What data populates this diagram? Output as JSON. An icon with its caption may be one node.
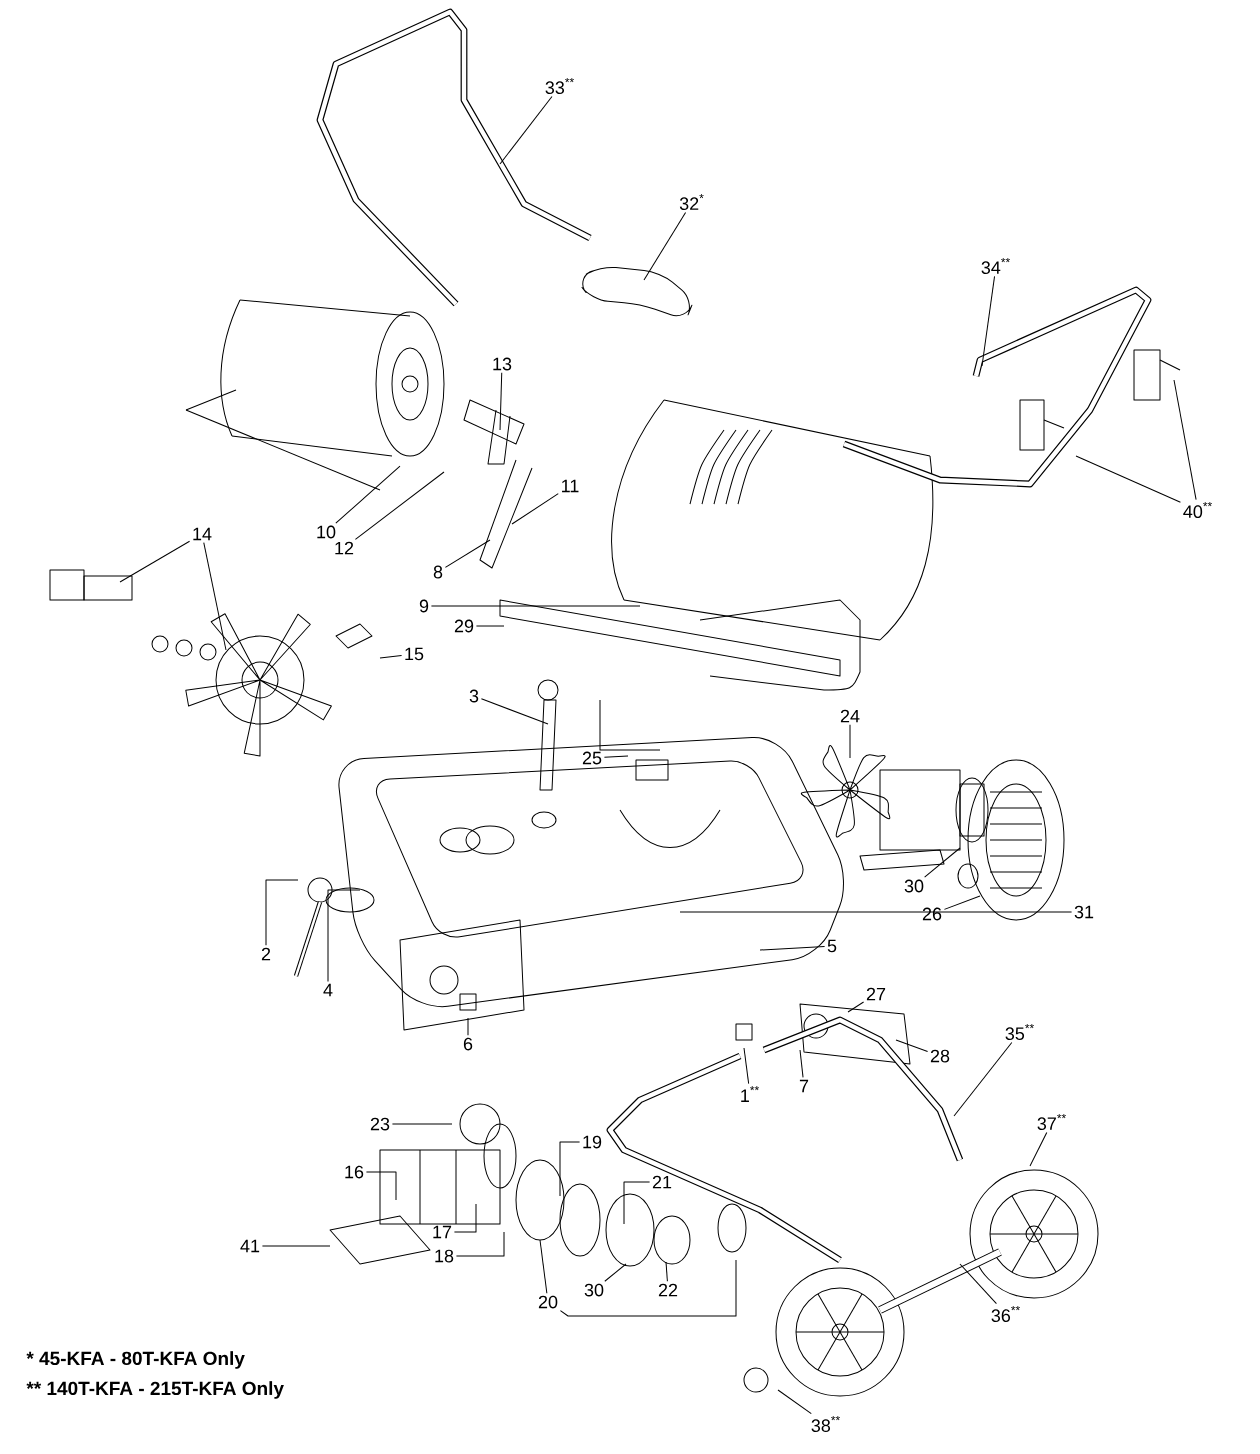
{
  "diagram": {
    "nodes": [
      {
        "text": [
          "33$^{**}$"
        ]
      },
      {
        "text": [
          "32$^{*}$"
        ]
      },
      {
        "text": [
          "34$^{**}$"
        ]
      },
      {
        "text": [
          "13"
        ]
      },
      {
        "text": [
          "10"
        ]
      },
      {
        "text": [
          "12"
        ]
      },
      {
        "text": [
          "11"
        ]
      },
      {
        "text": [
          "8"
        ]
      },
      {
        "text": [
          "14"
        ]
      },
      {
        "text": [
          "9"
        ]
      },
      {
        "text": [
          "29"
        ]
      },
      {
        "text": [
          "15"
        ]
      },
      {
        "text": [
          "3"
        ]
      },
      {
        "text": [
          "25"
        ]
      },
      {
        "text": [
          "24"
        ]
      },
      {
        "text": [
          "40$^{**}$"
        ]
      },
      {
        "text": [
          "30"
        ]
      },
      {
        "text": [
          "26"
        ]
      },
      {
        "text": [
          "31"
        ]
      },
      {
        "text": [
          "5"
        ]
      },
      {
        "text": [
          "2"
        ]
      },
      {
        "text": [
          "4"
        ]
      },
      {
        "text": [
          "6"
        ]
      },
      {
        "text": [
          "27"
        ]
      },
      {
        "text": [
          "7"
        ]
      },
      {
        "text": [
          "28"
        ]
      },
      {
        "text": [
          "1$^{**}$"
        ]
      },
      {
        "text": [
          "35$^{**}$"
        ]
      },
      {
        "text": [
          "37$^{**}$"
        ]
      },
      {
        "text": [
          "23"
        ]
      },
      {
        "text": [
          "16"
        ]
      },
      {
        "text": [
          "19"
        ]
      },
      {
        "text": [
          "21"
        ]
      },
      {
        "text": [
          "17"
        ]
      },
      {
        "text": [
          "18"
        ]
      },
      {
        "text": [
          "41"
        ]
      },
      {
        "text": [
          "20"
        ]
      },
      {
        "text": [
          "30"
        ]
      },
      {
        "text": [
          "22"
        ]
      },
      {
        "text": [
          "36$^{**}$"
        ]
      },
      {
        "text": [
          "38$^{**}$"
        ]
      }
    ],
    "edges": [
      {
        "from": 0,
        "to": null,
        "arrow": "none"
      },
      {
        "from": 1,
        "to": null,
        "arrow": "none"
      },
      {
        "from": 2,
        "to": null,
        "arrow": "none"
      },
      {
        "from": 3,
        "to": null,
        "arrow": "none"
      },
      {
        "from": 4,
        "to": null,
        "arrow": "none"
      },
      {
        "from": 5,
        "to": null,
        "arrow": "none"
      },
      {
        "from": 6,
        "to": null,
        "arrow": "none"
      },
      {
        "from": 7,
        "to": null,
        "arrow": "none"
      },
      {
        "from": 8,
        "to": null,
        "arrow": "none"
      },
      {
        "from": 8,
        "to": null,
        "arrow": "none"
      },
      {
        "from": 9,
        "to": null,
        "arrow": "none"
      },
      {
        "from": 10,
        "to": null,
        "arrow": "none"
      },
      {
        "from": 11,
        "to": null,
        "arrow": "none"
      },
      {
        "from": 12,
        "to": null,
        "arrow": "none"
      },
      {
        "from": 13,
        "to": null,
        "arrow": "none"
      },
      {
        "from": 14,
        "to": null,
        "arrow": "none"
      },
      {
        "from": 15,
        "to": null,
        "arrow": "none"
      },
      {
        "from": 15,
        "to": null,
        "arrow": "none"
      },
      {
        "from": 16,
        "to": null,
        "arrow": "none"
      },
      {
        "from": 17,
        "to": null,
        "arrow": "none"
      },
      {
        "from": 18,
        "to": null,
        "arrow": "none"
      },
      {
        "from": 19,
        "to": null,
        "arrow": "none"
      },
      {
        "from": 20,
        "to": null,
        "arrow": "none"
      },
      {
        "from": 21,
        "to": null,
        "arrow": "none"
      },
      {
        "from": 22,
        "to": null,
        "arrow": "none"
      },
      {
        "from": 23,
        "to": null,
        "arrow": "none"
      },
      {
        "from": 24,
        "to": null,
        "arrow": "none"
      },
      {
        "from": 25,
        "to": null,
        "arrow": "none"
      },
      {
        "from": 26,
        "to": null,
        "arrow": "none"
      },
      {
        "from": 27,
        "to": null,
        "arrow": "none"
      },
      {
        "from": 28,
        "to": null,
        "arrow": "none"
      },
      {
        "from": 29,
        "to": null,
        "arrow": "none"
      },
      {
        "from": 30,
        "to": null,
        "arrow": "none"
      },
      {
        "from": 31,
        "to": null,
        "arrow": "none"
      },
      {
        "from": 32,
        "to": null,
        "arrow": "none"
      },
      {
        "from": 33,
        "to": null,
        "arrow": "none"
      },
      {
        "from": 34,
        "to": null,
        "arrow": "none"
      },
      {
        "from": 35,
        "to": null,
        "arrow": "none"
      },
      {
        "from": 36,
        "to": null,
        "arrow": "none"
      },
      {
        "from": 36,
        "to": null,
        "arrow": "none"
      },
      {
        "from": 37,
        "to": null,
        "arrow": "none"
      },
      {
        "from": 38,
        "to": null,
        "arrow": "none"
      },
      {
        "from": 39,
        "to": null,
        "arrow": "none"
      },
      {
        "from": 40,
        "to": null,
        "arrow": "none"
      }
    ],
    "labels": [
      "* 45-KFA - 80T-KFA Only",
      "** 140T-KFA - 215T-KFA Only"
    ]
  }
}
